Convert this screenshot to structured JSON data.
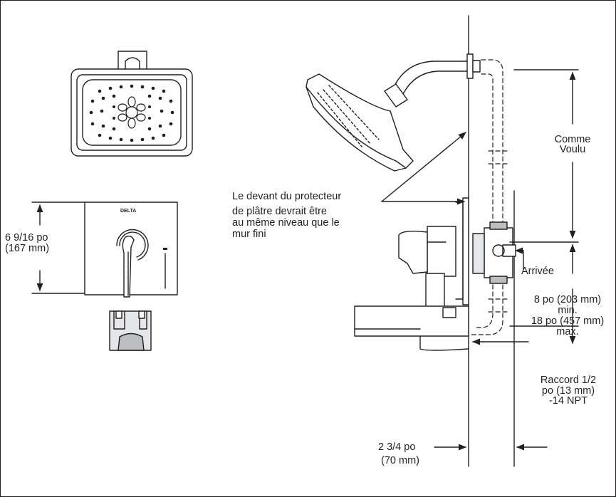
{
  "diagram": {
    "title": "",
    "colors": {
      "line": "#231f20",
      "fill_light": "#e6e7e8",
      "fill_mid": "#bcbec0",
      "background": "#ffffff"
    },
    "brand_mark": "DELTA",
    "labels": {
      "plaster_guard_line1": "Le devant du protecteur",
      "plaster_guard_line2": "de plâtre devrait être",
      "plaster_guard_line3": "au même niveau que le",
      "plaster_guard_line4": "mur fini",
      "as_desired_line1": "Comme",
      "as_desired_line2": "Voulu",
      "inlet": "Arrivée",
      "height_line1": "8 po (203 mm)",
      "height_line2": "min.",
      "height_line3": "18 po (457 mm)",
      "height_line4": "max.",
      "connection_line1": "Raccord 1/2",
      "connection_line2": "po (13 mm)",
      "connection_line3": "-14 NPT",
      "offset_line1": "2 3/4 po",
      "offset_line2": "(70 mm)",
      "trim_height_line1": "6 9/16 po",
      "trim_height_line2": "(167 mm)"
    }
  }
}
